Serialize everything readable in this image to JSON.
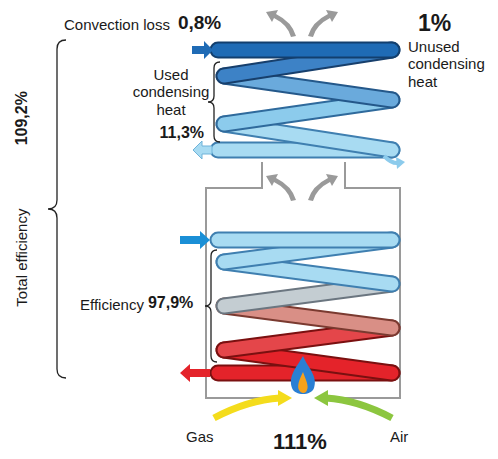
{
  "diagram": {
    "labels": [
      "Convection loss",
      "0,8%",
      "1%",
      "Unused condensing heat",
      "Used condensing heat",
      "11,3%",
      "Total efficiency",
      "109,2%",
      "Efficiency",
      "97,9%",
      "Gas",
      "Air",
      "111%"
    ]
  }
}
